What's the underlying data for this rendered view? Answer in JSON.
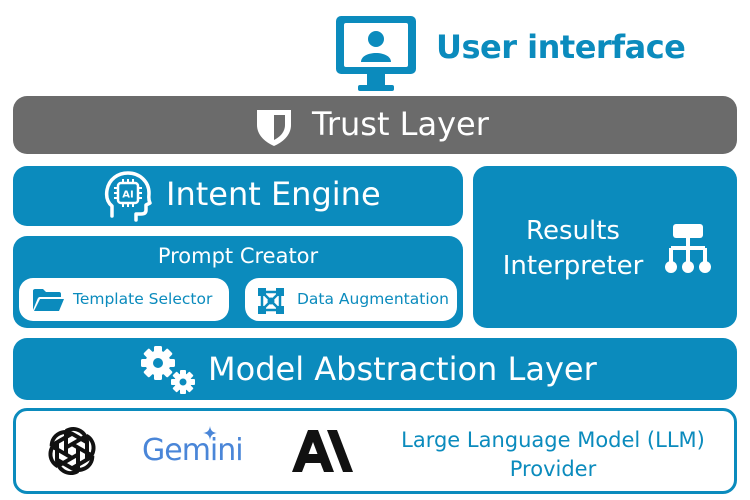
{
  "header": {
    "title": "User interface",
    "icon": "monitor-user-icon"
  },
  "trust_layer": {
    "label": "Trust Layer",
    "icon": "shield-icon"
  },
  "intent_engine": {
    "label": "Intent Engine",
    "icon": "ai-head-icon",
    "icon_text": "AI"
  },
  "prompt_creator": {
    "label": "Prompt Creator",
    "items": [
      {
        "label": "Template Selector",
        "icon": "folder-icon"
      },
      {
        "label": "Data Augmentation",
        "icon": "network-icon"
      }
    ]
  },
  "results_interpreter": {
    "label": "Results Interpreter",
    "icon": "hierarchy-icon"
  },
  "model_abstraction": {
    "label": "Model Abstraction Layer",
    "icon": "gears-icon"
  },
  "provider": {
    "label": "Large Language Model (LLM) Provider",
    "logos": [
      {
        "name": "openai-logo"
      },
      {
        "name": "gemini-logo",
        "text": "Gemini"
      },
      {
        "name": "anthropic-logo"
      }
    ]
  },
  "colors": {
    "primary": "#0b8bbd",
    "trust": "#6b6b6b",
    "gemini": "#4a86d8"
  }
}
